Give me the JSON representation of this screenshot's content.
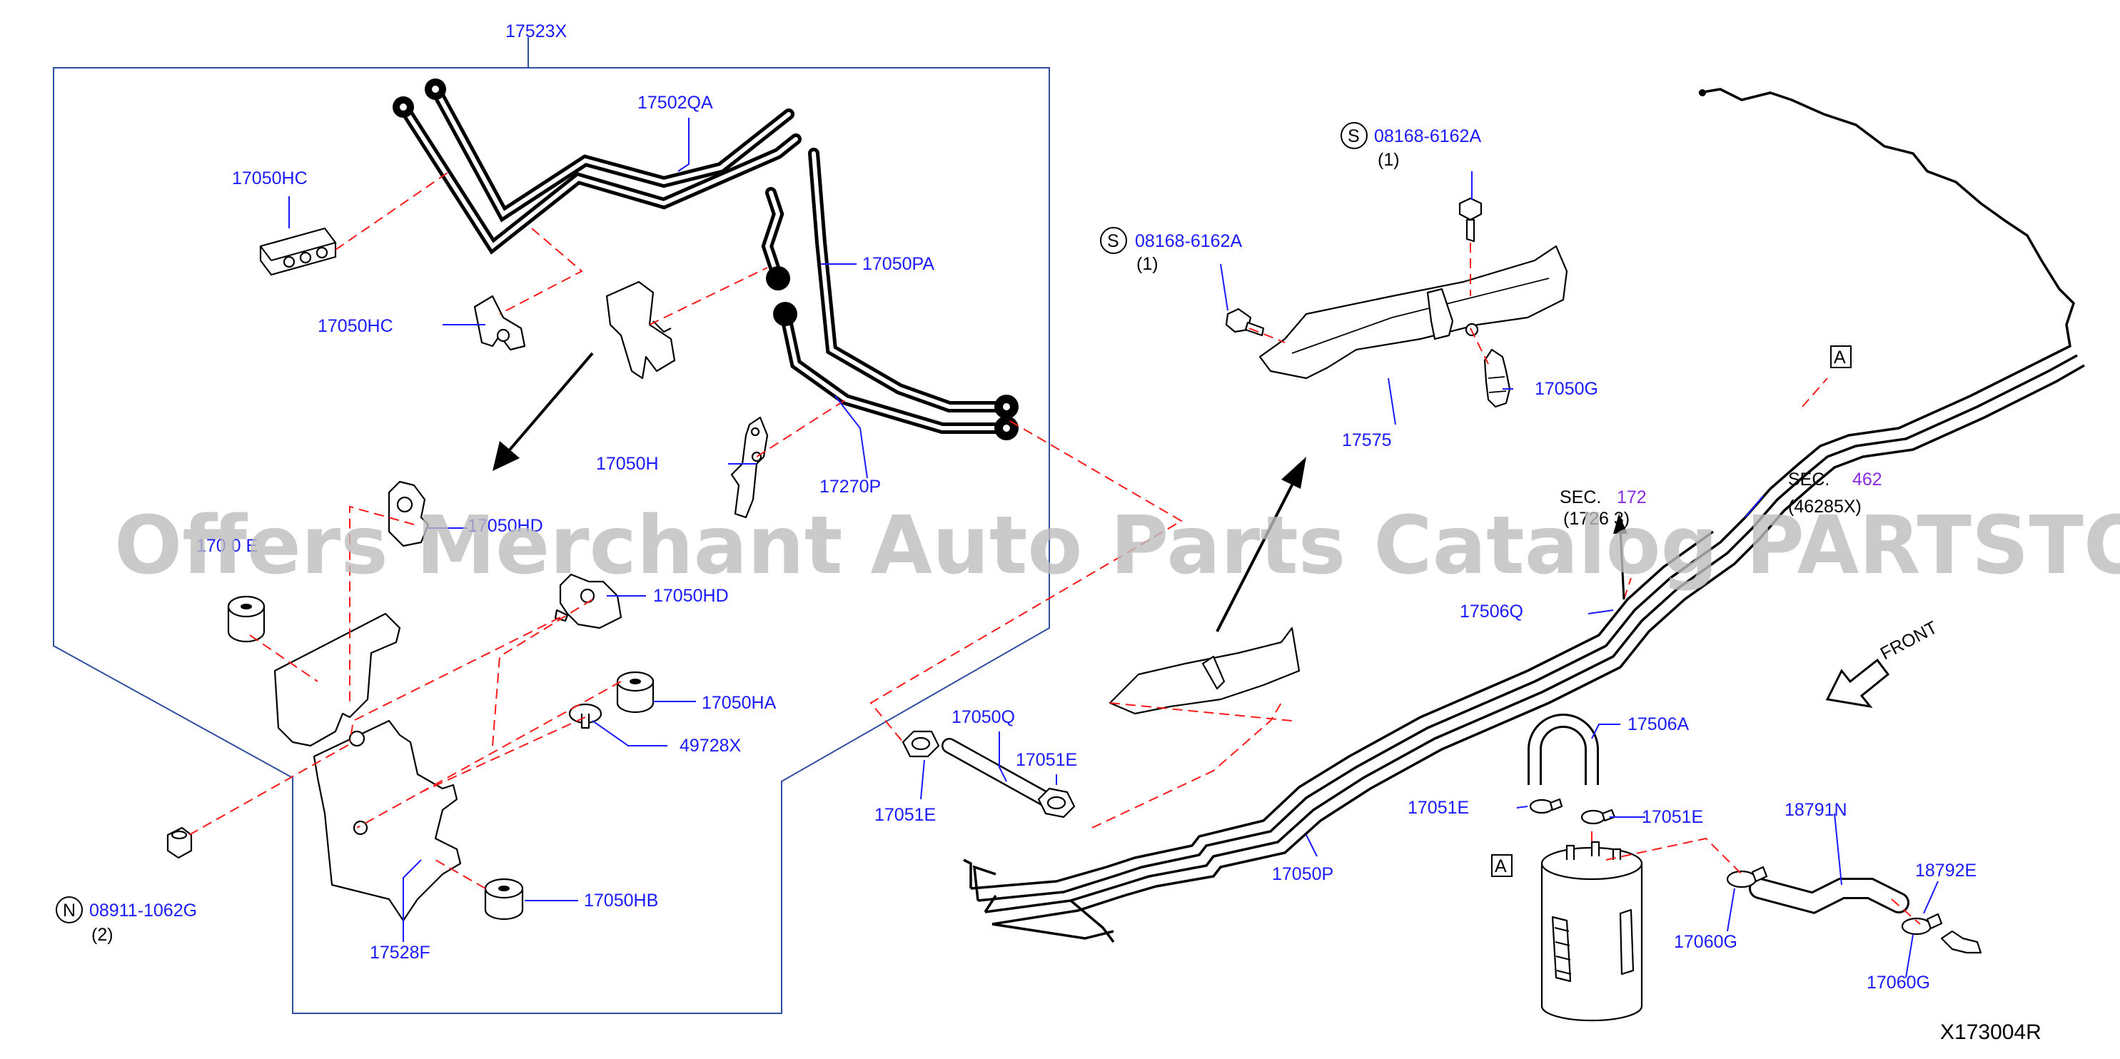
{
  "watermark": "Offers Merchant Auto Parts Catalog PARTSTORE.SA",
  "diagram_code": "X173004R",
  "front_label": "FRONT",
  "ref_marker": "A",
  "labels": {
    "p17523X": "17523X",
    "p17502QA": "17502QA",
    "p17050HC_a": "17050HC",
    "p17050HC_b": "17050HC",
    "p17050PA": "17050PA",
    "p17050H": "17050H",
    "p17270P": "17270P",
    "p17050HD_a": "17050HD",
    "p17050HD_b": "17050HD",
    "p17050HE_partial": "170 0 E",
    "p17050HA": "17050HA",
    "p49728X": "49728X",
    "p17050HB": "17050HB",
    "p17528F": "17528F",
    "p08911": "08911-1062G",
    "p08911_qty": "(2)",
    "p08168_a": "08168-6162A",
    "p08168_a_qty": "(1)",
    "p08168_b": "08168-6162A",
    "p08168_b_qty": "(1)",
    "p17050G": "17050G",
    "p17575": "17575",
    "p17050Q": "17050Q",
    "p17051E_a": "17051E",
    "p17051E_b": "17051E",
    "p17051E_c": "17051E",
    "p17051E_d": "17051E",
    "p17506Q": "17506Q",
    "p17050P": "17050P",
    "p17506A": "17506A",
    "p18791N": "18791N",
    "p18792E": "18792E",
    "p17060G_a": "17060G",
    "p17060G_b": "17060G"
  },
  "symbols": {
    "n": "N",
    "s": "S"
  },
  "sections": {
    "sec172_prefix": "SEC.",
    "sec172_num": "172",
    "sec172_ref": "(1726 3)",
    "sec462_prefix": "SEC.",
    "sec462_num": "462",
    "sec462_ref": "(46285X)"
  }
}
